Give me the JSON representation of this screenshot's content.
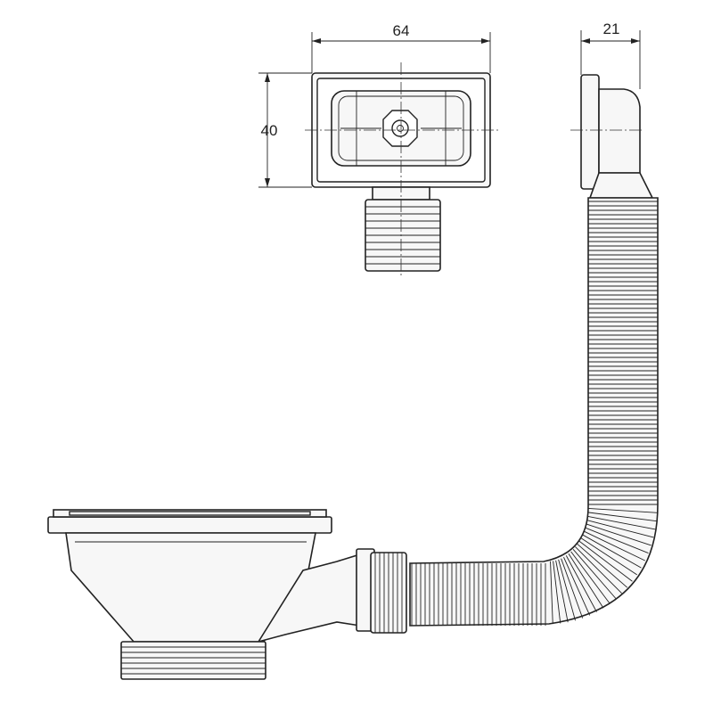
{
  "dimensions": {
    "overflow_width": "64",
    "overflow_height": "40",
    "overflow_depth": "21"
  },
  "colors": {
    "line": "#222222",
    "fill": "#f7f7f7",
    "background": "#ffffff"
  }
}
